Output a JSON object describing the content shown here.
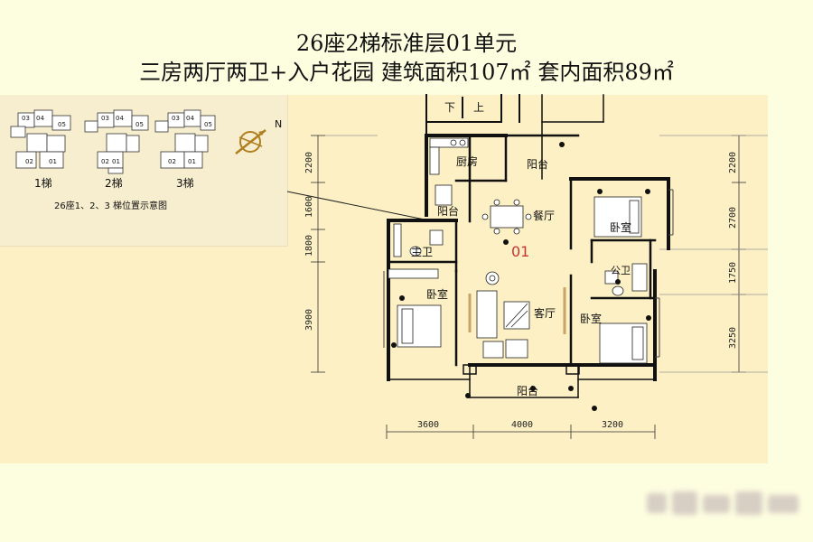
{
  "titles": {
    "line1": "26座2梯标准层01单元",
    "line2": "三房两厅两卫+入户花园 建筑面积107㎡ 套内面积89㎡"
  },
  "keyplan": {
    "caption": "26座1、2、3 梯位置示意图",
    "stairs": [
      "1梯",
      "2梯",
      "3梯"
    ],
    "unit_labels": [
      "04",
      "03",
      "05",
      "02",
      "01"
    ]
  },
  "compass": {
    "north_label": "N"
  },
  "stair": {
    "down": "下",
    "up": "上"
  },
  "rooms": {
    "kitchen": "厨房",
    "balcony_top": "阳台",
    "balcony_utility": "阳台",
    "dining": "餐厅",
    "bedroom_ne": "卧室",
    "master_bath": "主卫",
    "bedroom_w": "卧室",
    "public_bath": "公卫",
    "living": "客厅",
    "bedroom_se": "卧室",
    "balcony_bottom": "阳台"
  },
  "unit_marker": "01",
  "dimensions": {
    "bottom": [
      "3600",
      "4000",
      "3200"
    ],
    "left": [
      "2200",
      "1600",
      "1800",
      "3900"
    ],
    "right": [
      "2200",
      "2700",
      "1750",
      "3250"
    ]
  },
  "colors": {
    "page": "#fdfde0",
    "plan": "#fcf0c4",
    "wall": "#111111",
    "marker": "#cc3333",
    "compass": "#b08020"
  }
}
